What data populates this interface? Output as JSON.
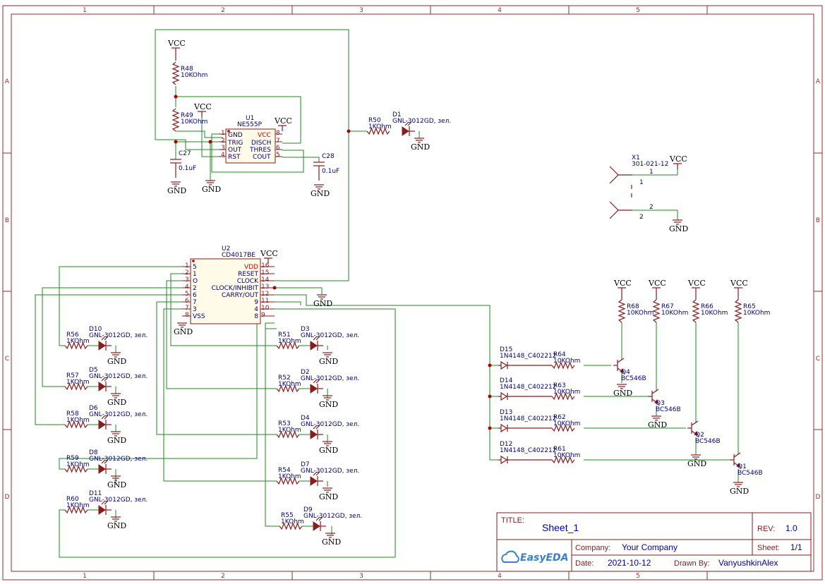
{
  "zones": {
    "columns": [
      "1",
      "2",
      "3",
      "4",
      "5"
    ],
    "rows": [
      "A",
      "B",
      "C",
      "D"
    ]
  },
  "power": {
    "vcc": "VCC",
    "gnd": "GND"
  },
  "timer": {
    "ref": "U1",
    "part": "NE555P",
    "left_pins": [
      {
        "num": "1",
        "name": "GND"
      },
      {
        "num": "2",
        "name": "TRIG"
      },
      {
        "num": "3",
        "name": "OUT"
      },
      {
        "num": "4",
        "name": "RST"
      }
    ],
    "right_pins": [
      {
        "num": "8",
        "name": "VCC"
      },
      {
        "num": "7",
        "name": "DISCH"
      },
      {
        "num": "6",
        "name": "THRES"
      },
      {
        "num": "5",
        "name": "COUT"
      }
    ]
  },
  "counter": {
    "ref": "U2",
    "part": "CD4017BE",
    "left_pins": [
      {
        "num": "1",
        "name": "5"
      },
      {
        "num": "2",
        "name": "1"
      },
      {
        "num": "3",
        "name": "O"
      },
      {
        "num": "4",
        "name": "2"
      },
      {
        "num": "5",
        "name": "6"
      },
      {
        "num": "6",
        "name": "7"
      },
      {
        "num": "7",
        "name": "3"
      },
      {
        "num": "8",
        "name": "VSS"
      }
    ],
    "right_pins": [
      {
        "num": "16",
        "name": "VDD"
      },
      {
        "num": "15",
        "name": "RESET"
      },
      {
        "num": "14",
        "name": "CLOCK"
      },
      {
        "num": "13",
        "name": "CLOCK/INHIBIT"
      },
      {
        "num": "12",
        "name": "CARRY/OUT"
      },
      {
        "num": "11",
        "name": "9"
      },
      {
        "num": "10",
        "name": "4"
      },
      {
        "num": "9",
        "name": "8"
      }
    ]
  },
  "resistors": [
    {
      "ref": "R48",
      "value": "10KOhm"
    },
    {
      "ref": "R49",
      "value": "10KOhm"
    },
    {
      "ref": "R50",
      "value": "1KOhm"
    },
    {
      "ref": "R56",
      "value": "1KOhm"
    },
    {
      "ref": "R57",
      "value": "1KOhm"
    },
    {
      "ref": "R58",
      "value": "1KOhm"
    },
    {
      "ref": "R59",
      "value": "1KOhm"
    },
    {
      "ref": "R60",
      "value": "1KOhm"
    },
    {
      "ref": "R51",
      "value": "1KOhm"
    },
    {
      "ref": "R52",
      "value": "1KOhm"
    },
    {
      "ref": "R53",
      "value": "1KOhm"
    },
    {
      "ref": "R54",
      "value": "1KOhm"
    },
    {
      "ref": "R55",
      "value": "1KOhm"
    },
    {
      "ref": "R64",
      "value": "10KOhm"
    },
    {
      "ref": "R63",
      "value": "10KOhm"
    },
    {
      "ref": "R62",
      "value": "10KOhm"
    },
    {
      "ref": "R61",
      "value": "10KOhm"
    },
    {
      "ref": "R68",
      "value": "10KOhm"
    },
    {
      "ref": "R67",
      "value": "10KOhm"
    },
    {
      "ref": "R66",
      "value": "10KOhm"
    },
    {
      "ref": "R65",
      "value": "10KOhm"
    }
  ],
  "capacitors": [
    {
      "ref": "C27",
      "value": "0.1uF"
    },
    {
      "ref": "C28",
      "value": "0.1uF"
    }
  ],
  "leds": [
    {
      "ref": "D1",
      "part": "GNL-3012GD, зел."
    },
    {
      "ref": "D10",
      "part": "GNL-3012GD, зел."
    },
    {
      "ref": "D5",
      "part": "GNL-3012GD, зел."
    },
    {
      "ref": "D6",
      "part": "GNL-3012GD, зел."
    },
    {
      "ref": "D8",
      "part": "GNL-3012GD, зел."
    },
    {
      "ref": "D11",
      "part": "GNL-3012GD, зел."
    },
    {
      "ref": "D3",
      "part": "GNL-3012GD, зел."
    },
    {
      "ref": "D2",
      "part": "GNL-3012GD, зел."
    },
    {
      "ref": "D4",
      "part": "GNL-3012GD, зел."
    },
    {
      "ref": "D7",
      "part": "GNL-3012GD, зел."
    },
    {
      "ref": "D9",
      "part": "GNL-3012GD, зел."
    }
  ],
  "diodes": [
    {
      "ref": "D15",
      "part": "1N4148_C402212"
    },
    {
      "ref": "D14",
      "part": "1N4148_C402212"
    },
    {
      "ref": "D13",
      "part": "1N4148_C402212"
    },
    {
      "ref": "D12",
      "part": "1N4148_C402212"
    }
  ],
  "transistors": [
    {
      "ref": "Q4",
      "part": "BC546B"
    },
    {
      "ref": "Q3",
      "part": "BC546B"
    },
    {
      "ref": "Q2",
      "part": "BC546B"
    },
    {
      "ref": "Q1",
      "part": "BC546B"
    }
  ],
  "connector": {
    "ref": "X1",
    "part": "301-021-12",
    "pins": [
      "1",
      "2"
    ]
  },
  "titleblock": {
    "title_label": "TITLE:",
    "title": "Sheet_1",
    "rev_label": "REV:",
    "rev": "1.0",
    "company_label": "Company:",
    "company": "Your Company",
    "sheet_label": "Sheet:",
    "sheet": "1/1",
    "date_label": "Date:",
    "date": "2021-10-12",
    "drawn_label": "Drawn By:",
    "drawn_by": "VanyushkinAlex",
    "logo": "EasyEDA"
  }
}
